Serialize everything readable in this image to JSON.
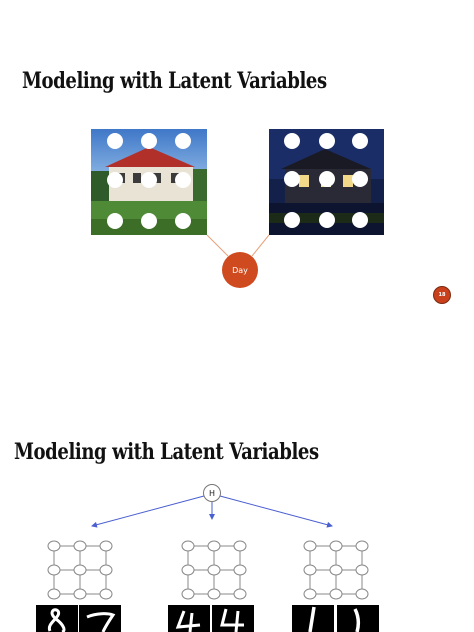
{
  "slide1": {
    "title": "Modeling with Latent Variables",
    "latent_node_label": "Day",
    "page_number": "18"
  },
  "slide2": {
    "title": "Modeling with Latent Variables",
    "hidden_node_label": "H"
  },
  "colors": {
    "latent_node": "#cf4a1e",
    "edge_orange": "#e8a07a",
    "edge_blue": "#4a5fd0",
    "grid_line": "#888888"
  }
}
